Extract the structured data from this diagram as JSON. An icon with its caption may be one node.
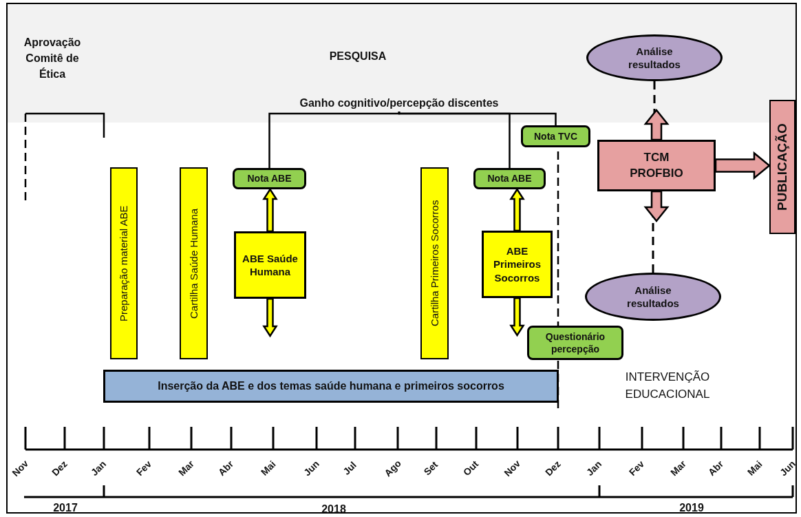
{
  "diagram": {
    "nodes": [
      {
        "text": [
          "Ganho cognitivo/percepção discentes"
        ]
      },
      {
        "text": [
          "Nota ABE"
        ]
      },
      {
        "text": [
          "Nota ABE"
        ]
      },
      {
        "text": [
          "Nota TVC"
        ]
      },
      {
        "text": [
          "Preparação material ABE"
        ]
      },
      {
        "text": [
          "Cartilha Saúde Humana"
        ]
      },
      {
        "text": [
          "ABE Saúde Humana"
        ]
      },
      {
        "text": [
          "Cartilha Primeiros Socorros"
        ]
      },
      {
        "text": [
          "ABE Primeiros Socorros"
        ]
      },
      {
        "text": [
          "Questionário percepção"
        ]
      },
      {
        "text": [
          "Inserção da ABE e dos temas saúde humana e primeiros socorros"
        ]
      },
      {
        "text": [
          "Análise resultados"
        ]
      },
      {
        "text": [
          "TCM PROFBIO"
        ]
      },
      {
        "text": [
          "Análise resultados"
        ]
      },
      {
        "text": [
          "PUBLICAÇÃO"
        ]
      }
    ],
    "edges": [
      {
        "from": 0,
        "to": 1,
        "arrow": "none"
      },
      {
        "from": 0,
        "to": 2,
        "arrow": "none"
      },
      {
        "from": 0,
        "to": 3,
        "arrow": "none"
      },
      {
        "from": 6,
        "to": 1,
        "arrow": "to",
        "style": "thick",
        "color": "#ffff00"
      },
      {
        "from": 6,
        "to": null,
        "arrow": "to",
        "style": "thick",
        "color": "#ffff00"
      },
      {
        "from": 8,
        "to": 2,
        "arrow": "to",
        "style": "thick",
        "color": "#ffff00"
      },
      {
        "from": 8,
        "to": null,
        "arrow": "to",
        "style": "thick",
        "color": "#ffff00"
      },
      {
        "from": 11,
        "to": 12,
        "arrow": "none",
        "style": "dashed"
      },
      {
        "from": 13,
        "to": 12,
        "arrow": "none",
        "style": "dashed"
      },
      {
        "from": 12,
        "to": null,
        "arrow": "to",
        "style": "thick",
        "color": "#e6a0a0"
      },
      {
        "from": 12,
        "to": null,
        "arrow": "to",
        "style": "thick",
        "color": "#e6a0a0"
      },
      {
        "from": 12,
        "to": 14,
        "arrow": "to",
        "style": "thick",
        "color": "#e6a0a0"
      }
    ],
    "labels": [
      "Aprovação Comitê de Ética",
      "PESQUISA",
      "INTERVENÇÃO EDUCACIONAL",
      "Nov",
      "Dez",
      "Jan",
      "Fev",
      "Mar",
      "Abr",
      "Mai",
      "Jun",
      "Jul",
      "Ago",
      "Set",
      "Out",
      "Nov",
      "Dez",
      "Jan",
      "Fev",
      "Mar",
      "Abr",
      "Mai",
      "Jun",
      "2017",
      "2018",
      "2019"
    ]
  }
}
